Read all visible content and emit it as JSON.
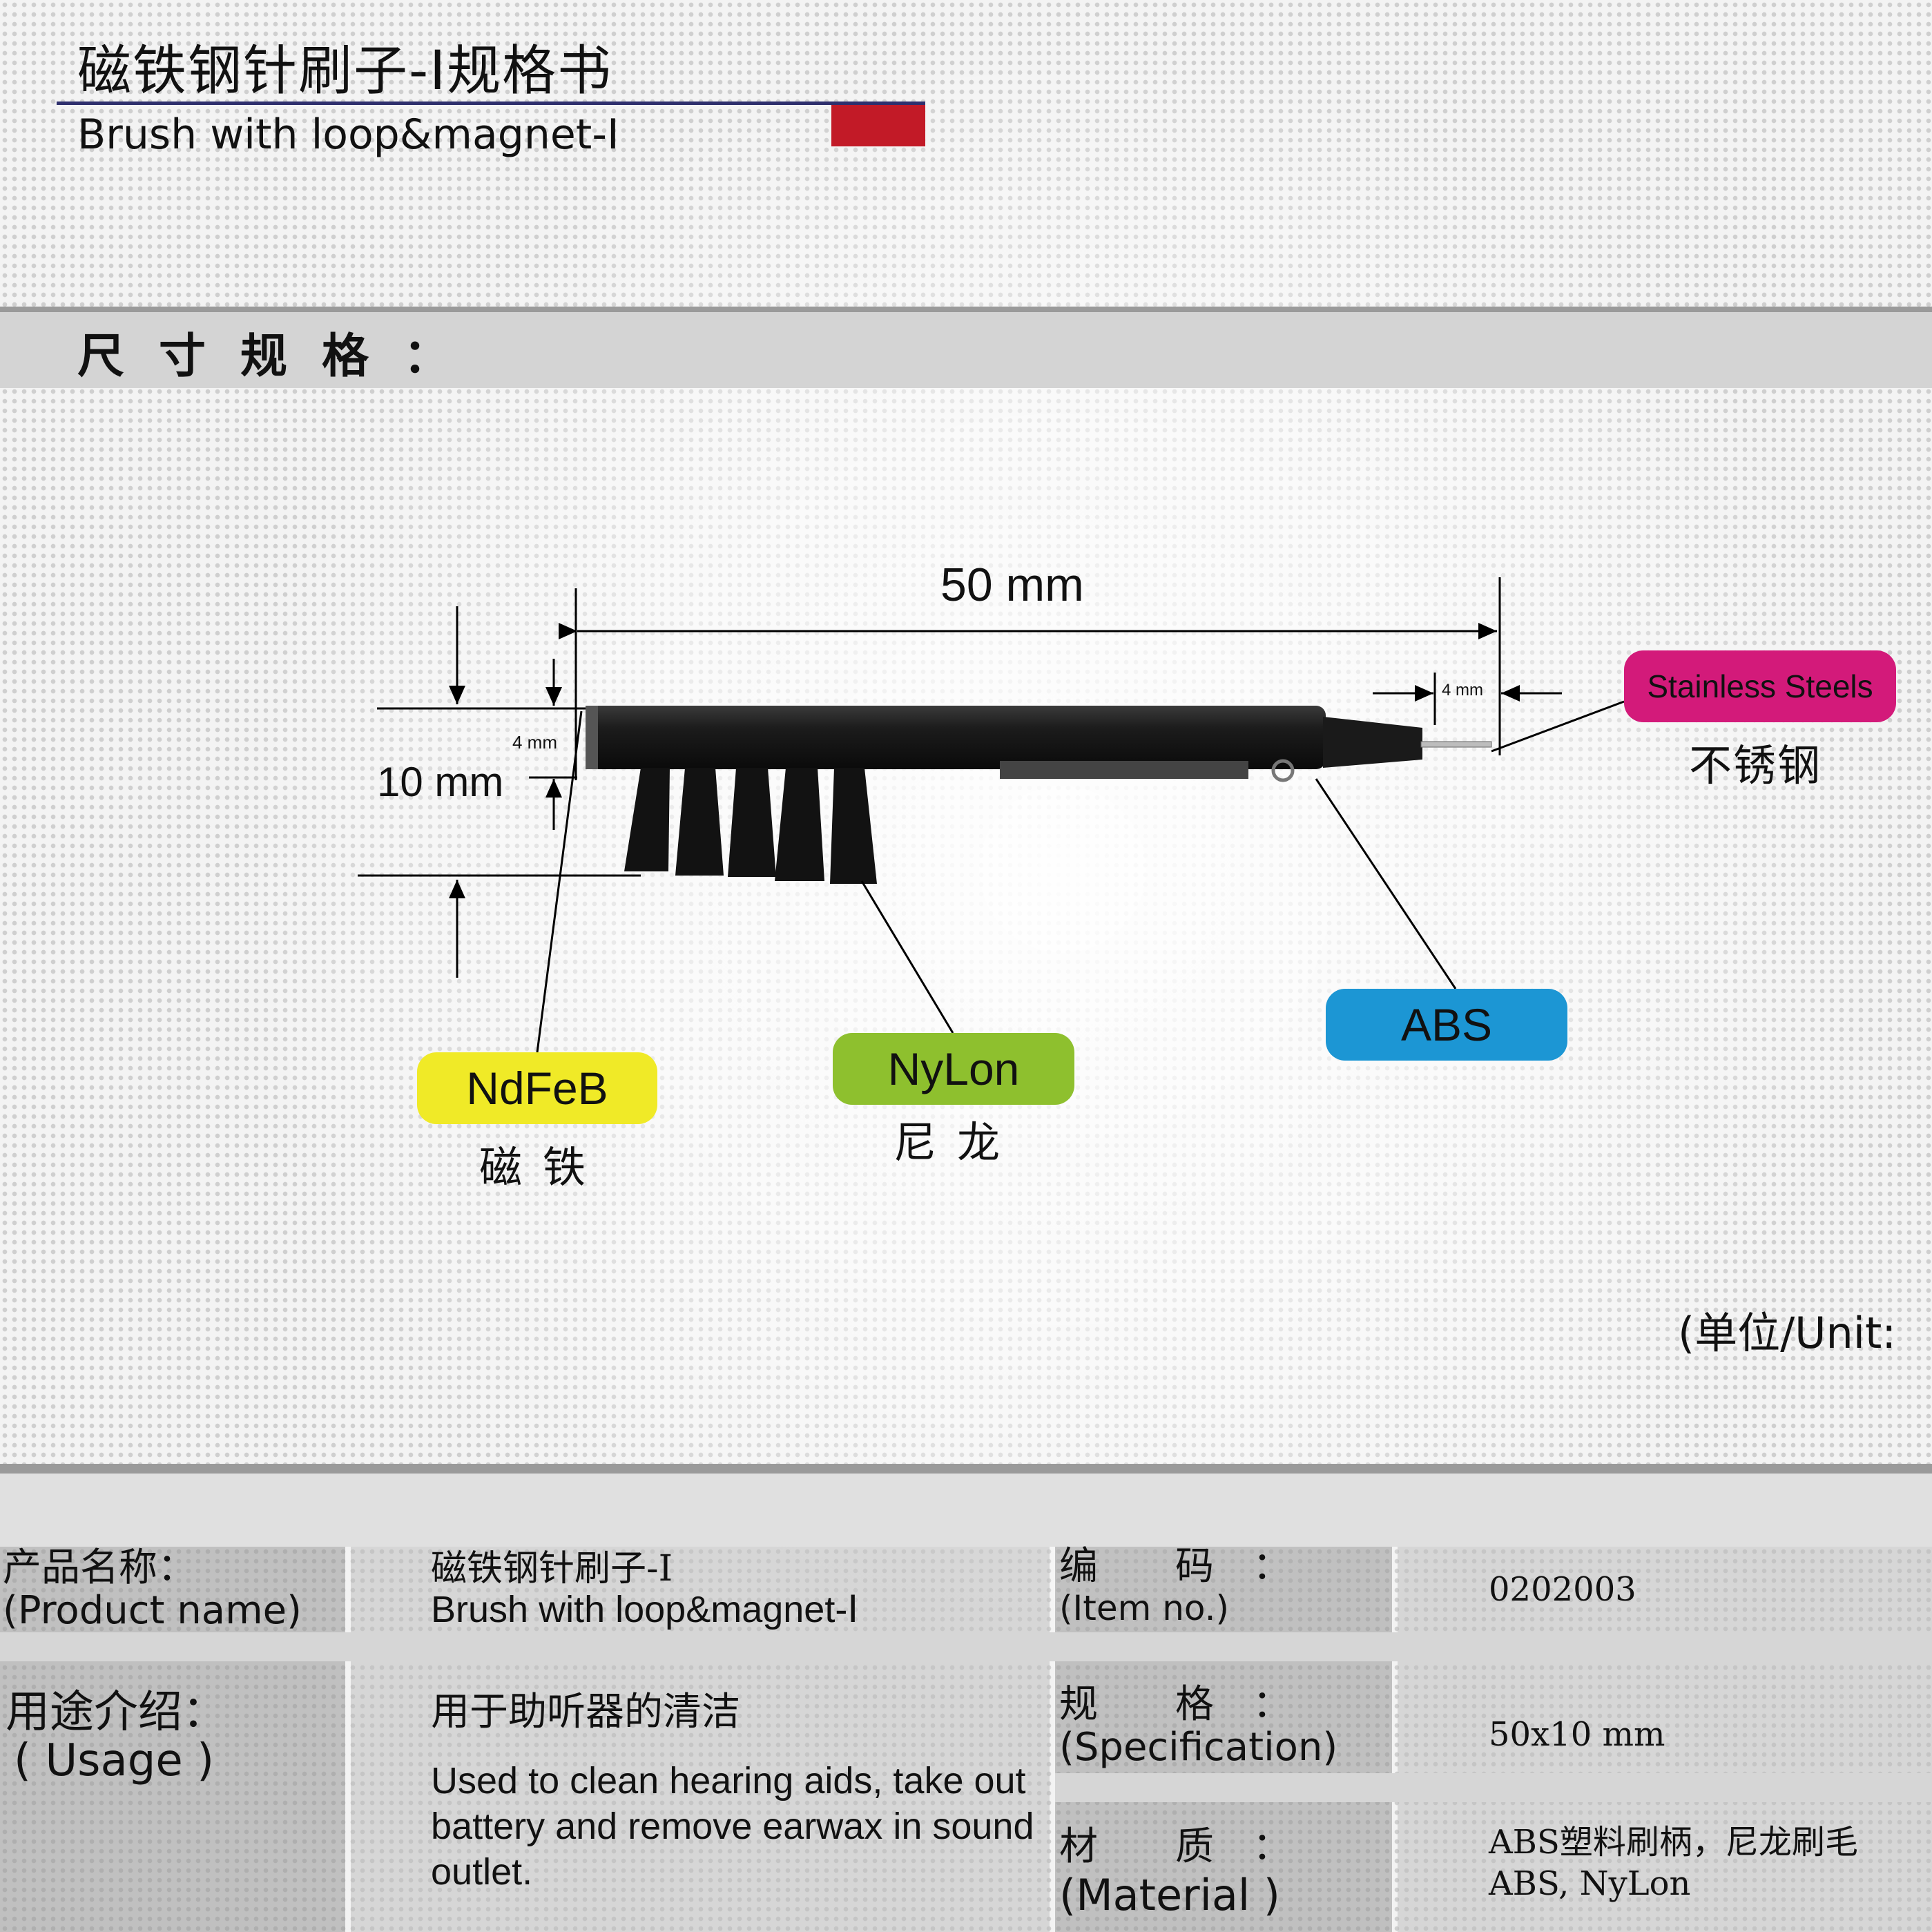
{
  "header": {
    "title_cn": "磁铁钢针刷子-Ⅰ规格书",
    "title_en": "Brush with loop&magnet-Ⅰ"
  },
  "section": {
    "title": "尺寸规格："
  },
  "drawing": {
    "length_label": "50 mm",
    "height_label": "10 mm",
    "magnet_thickness_label": "4 mm",
    "needle_length_label": "4 mm",
    "materials": [
      {
        "name": "NdFeB",
        "cn": "磁铁",
        "color": "#f0ea27"
      },
      {
        "name": "NyLon",
        "cn": "尼龙",
        "color": "#8ec02e"
      },
      {
        "name": "ABS",
        "cn": "",
        "color": "#1c96d4"
      },
      {
        "name": "Stainless Steels",
        "cn": "不锈钢",
        "color": "#d31a7a"
      }
    ],
    "unit_label": "(单位/Unit:"
  },
  "spec": {
    "product_name_label_cn": "产品名称：",
    "product_name_label_en": "(Product name)",
    "product_name_cn": "磁铁钢针刷子-Ⅰ",
    "product_name_en": "Brush with loop&magnet-Ⅰ",
    "item_no_label_cn": "编　　码　：",
    "item_no_label_en": "(Item no.)",
    "item_no": "0202003",
    "usage_label_cn": "用途介绍：",
    "usage_label_en": "( Usage )",
    "usage_cn": "用于助听器的清洁",
    "usage_en_lines": [
      "Used to clean hearing  aids, take out",
      "battery and remove earwax in sound",
      "outlet."
    ],
    "spec_label_cn": "规　　格　：",
    "spec_label_en": "(Specification)",
    "spec_value": "50x10  mm",
    "material_label_cn": "材　　质　：",
    "material_label_en": "(Material )",
    "material_cn": "ABS塑料刷柄，尼龙刷毛",
    "material_en": "ABS, NyLon"
  },
  "colors": {
    "title_rule": "#2e2f6d",
    "title_accent": "#c21a27",
    "band": "#d4d4d4"
  }
}
